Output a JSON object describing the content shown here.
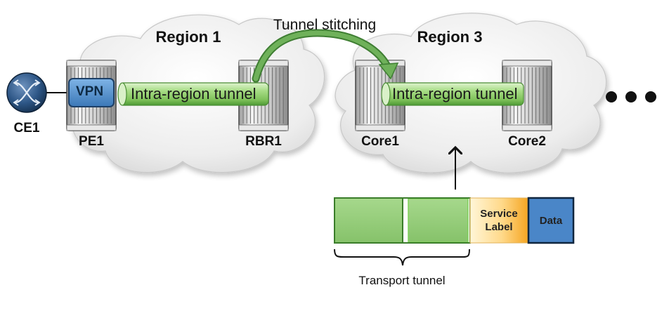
{
  "regions": [
    {
      "label": "Region 1"
    },
    {
      "label": "Region 3"
    }
  ],
  "stitching_label": "Tunnel stitching",
  "devices": {
    "ce1": "CE1",
    "pe1": "PE1",
    "rbr1": "RBR1",
    "core1": "Core1",
    "core2": "Core2"
  },
  "vpn_label": "VPN",
  "tunnels": [
    {
      "label": "Intra-region tunnel"
    },
    {
      "label": "Intra-region tunnel"
    }
  ],
  "packet": {
    "transport_segments": 2,
    "service_label": "Service Label",
    "service_label_line1": "Service",
    "service_label_line2": "Label",
    "data_label": "Data",
    "brace_label": "Transport tunnel"
  },
  "ellipsis": "more regions",
  "colors": {
    "tunnel_green": "#8fcf6a",
    "tunnel_green_dark": "#3f8f2a",
    "arrow_green": "#5a9e4a",
    "vpn_blue": "#4a8ccf",
    "data_blue": "#4a86c8",
    "service_orange": "#f5a623",
    "router_blue": "#274d78",
    "cloud": "#ececec"
  }
}
